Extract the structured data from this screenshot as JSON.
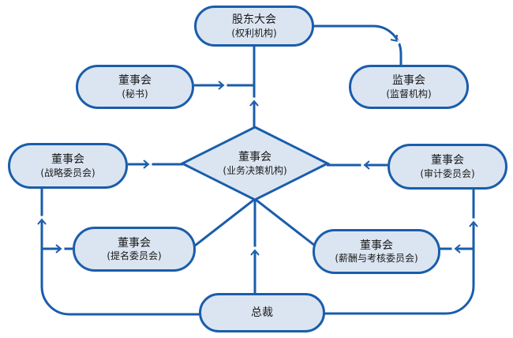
{
  "colors": {
    "line": "#1a5dab",
    "node_border": "#1a5dab",
    "node_fill": "#dbe5f1",
    "text": "#1a1a1a",
    "background": "#ffffff"
  },
  "nodes": {
    "shareholders": {
      "title": "股东大会",
      "subtitle": "(权利机构)"
    },
    "secretary": {
      "title": "董事会",
      "subtitle": "(秘书)"
    },
    "supervisory": {
      "title": "监事会",
      "subtitle": "(监督机构)"
    },
    "board_decision": {
      "title": "董事会",
      "subtitle": "(业务决策机构)"
    },
    "strategy_committee": {
      "title": "董事会",
      "subtitle": "(战略委员会)"
    },
    "audit_committee": {
      "title": "董事会",
      "subtitle": "(审计委员会)"
    },
    "nomination_committee": {
      "title": "董事会",
      "subtitle": "(提名委员会)"
    },
    "compensation_committee": {
      "title": "董事会",
      "subtitle": "(薪酬与考核委员会)"
    },
    "president": {
      "title": "总裁"
    }
  },
  "edges": [
    {
      "from": "board_decision",
      "to": "shareholders",
      "arrow": true
    },
    {
      "from": "secretary",
      "to": "shareholders",
      "arrow": true
    },
    {
      "from": "shareholders",
      "to": "supervisory",
      "arrow": true
    },
    {
      "from": "strategy_committee",
      "to": "board_decision",
      "arrow": true
    },
    {
      "from": "audit_committee",
      "to": "board_decision",
      "arrow": true
    },
    {
      "from": "president",
      "to": "board_decision",
      "arrow": true
    },
    {
      "from": "board_decision",
      "to": "nomination_committee",
      "arrow": false
    },
    {
      "from": "board_decision",
      "to": "compensation_committee",
      "arrow": false
    },
    {
      "from": "president",
      "to": "strategy_committee",
      "arrow": true
    },
    {
      "from": "president",
      "to": "nomination_committee",
      "arrow": true
    },
    {
      "from": "president",
      "to": "audit_committee",
      "arrow": true
    },
    {
      "from": "president",
      "to": "compensation_committee",
      "arrow": true
    }
  ]
}
